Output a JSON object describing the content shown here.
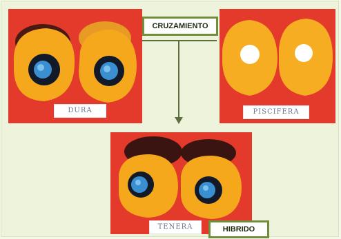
{
  "labels": {
    "cruzamiento": "CRUZAMIENTO",
    "hibrido": "HIBRIDO"
  },
  "photos": {
    "dura": {
      "tag": "DURA"
    },
    "pisifera": {
      "tag": "PISCIFERA"
    },
    "tenera": {
      "tag": "TENERA"
    }
  },
  "colors": {
    "background": "#eef4dc",
    "photo_background": "#e33a2c",
    "mesocarp": "#f5a81c",
    "kernel": "#3a8fd0",
    "shell": "#121a2a",
    "box_border": "#6f8f3a"
  }
}
